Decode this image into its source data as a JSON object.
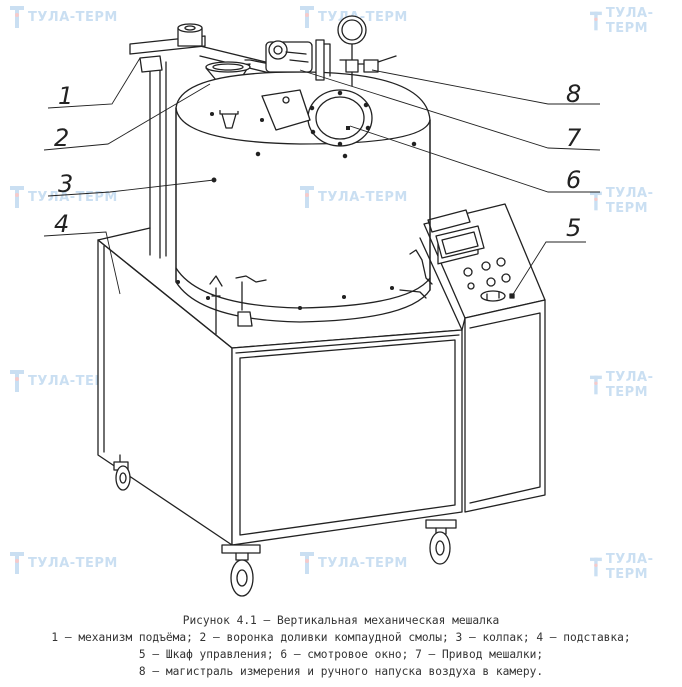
{
  "watermark": {
    "text": "ТУЛА-ТЕРМ",
    "color": "#9fc6e8"
  },
  "callouts": [
    "1",
    "2",
    "3",
    "4",
    "5",
    "6",
    "7",
    "8"
  ],
  "caption": {
    "title": "Рисунок 4.1 — Вертикальная механическая мешалка",
    "line1": "1 — механизм подъёма; 2 — воронка доливки компаудной смолы; 3 — колпак; 4 — подставка;",
    "line2": "5 — Шкаф управления; 6 — смотровое окно; 7 — Привод мешалки;",
    "line3": "8 — магистраль измерения и ручного напуска воздуха в камеру."
  }
}
